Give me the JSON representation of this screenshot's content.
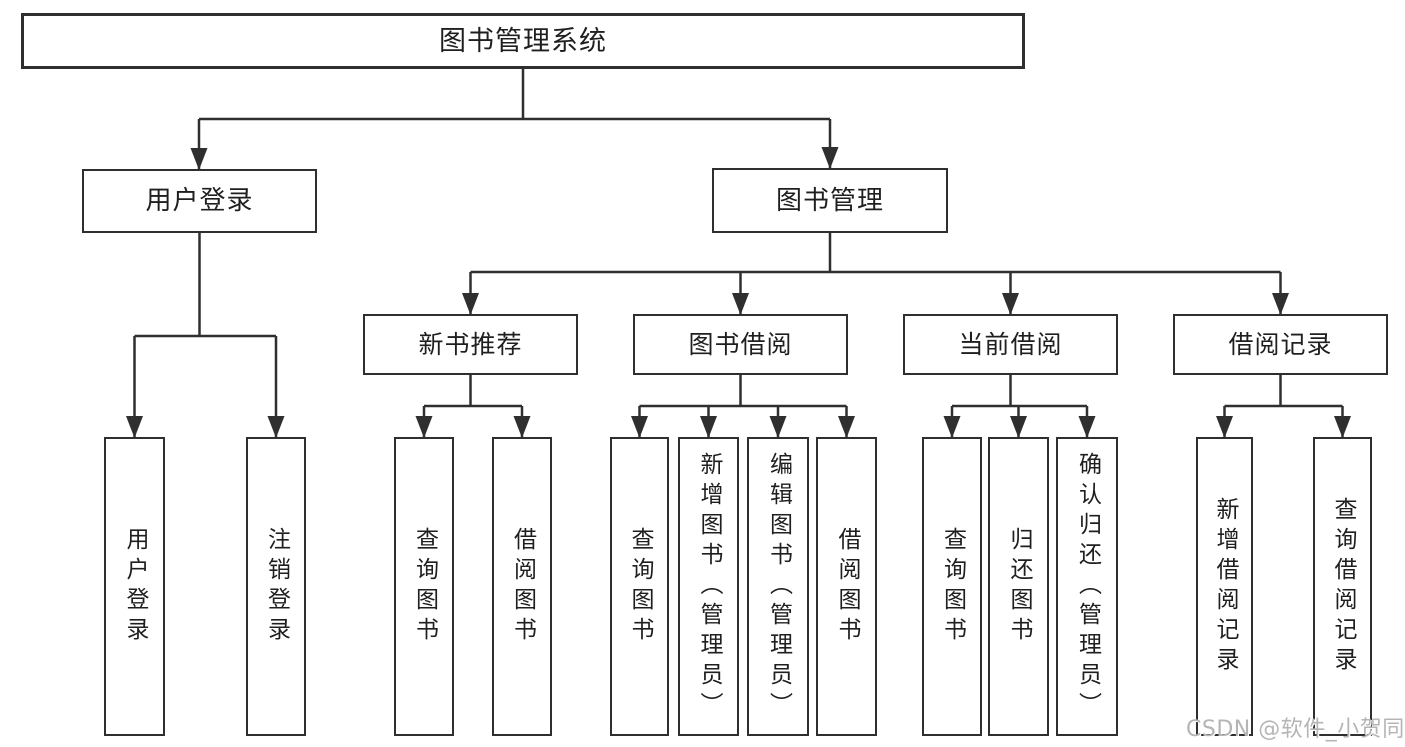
{
  "colors": {
    "line": "#2f2f2f",
    "box_border": "#2f2f2f",
    "text": "#1f1f1f",
    "background": "#ffffff",
    "watermark": "#b5b5b5"
  },
  "watermark": {
    "text": "CSDN @软件_小贺同学"
  },
  "tree": {
    "label": "图书管理系统",
    "children": [
      {
        "label": "用户登录",
        "children": [
          {
            "label": "用户登录"
          },
          {
            "label": "注销登录"
          }
        ]
      },
      {
        "label": "图书管理",
        "children": [
          {
            "label": "新书推荐",
            "children": [
              {
                "label": "查询图书"
              },
              {
                "label": "借阅图书"
              }
            ]
          },
          {
            "label": "图书借阅",
            "children": [
              {
                "label": "查询图书"
              },
              {
                "label": "新增图书（管理员）"
              },
              {
                "label": "编辑图书（管理员）"
              },
              {
                "label": "借阅图书"
              }
            ]
          },
          {
            "label": "当前借阅",
            "children": [
              {
                "label": "查询图书"
              },
              {
                "label": "归还图书"
              },
              {
                "label": "确认归还（管理员）"
              }
            ]
          },
          {
            "label": "借阅记录",
            "children": [
              {
                "label": "新增借阅记录"
              },
              {
                "label": "查询借阅记录"
              }
            ]
          }
        ]
      }
    ]
  }
}
